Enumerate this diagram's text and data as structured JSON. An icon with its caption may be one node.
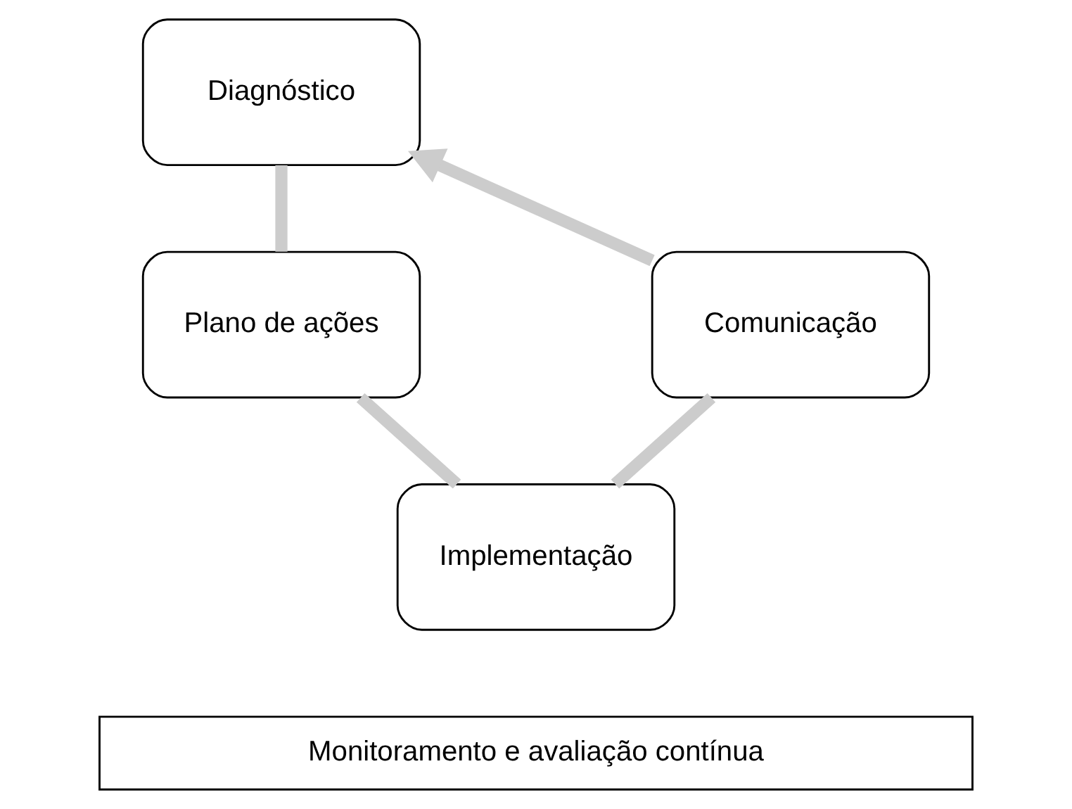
{
  "diagram": {
    "nodes": [
      {
        "text": [
          "Diagnóstico"
        ]
      },
      {
        "text": [
          "Plano de ações"
        ]
      },
      {
        "text": [
          "Implementação"
        ]
      },
      {
        "text": [
          "Comunicação"
        ]
      },
      {
        "text": [
          "Monitoramento e avaliação contínua"
        ]
      }
    ],
    "edges": [
      {
        "from": 0,
        "to": 1,
        "arrow": "none"
      },
      {
        "from": 1,
        "to": 2,
        "arrow": "none"
      },
      {
        "from": 2,
        "to": 3,
        "arrow": "none"
      },
      {
        "from": 3,
        "to": 0,
        "arrow": "to"
      }
    ]
  }
}
